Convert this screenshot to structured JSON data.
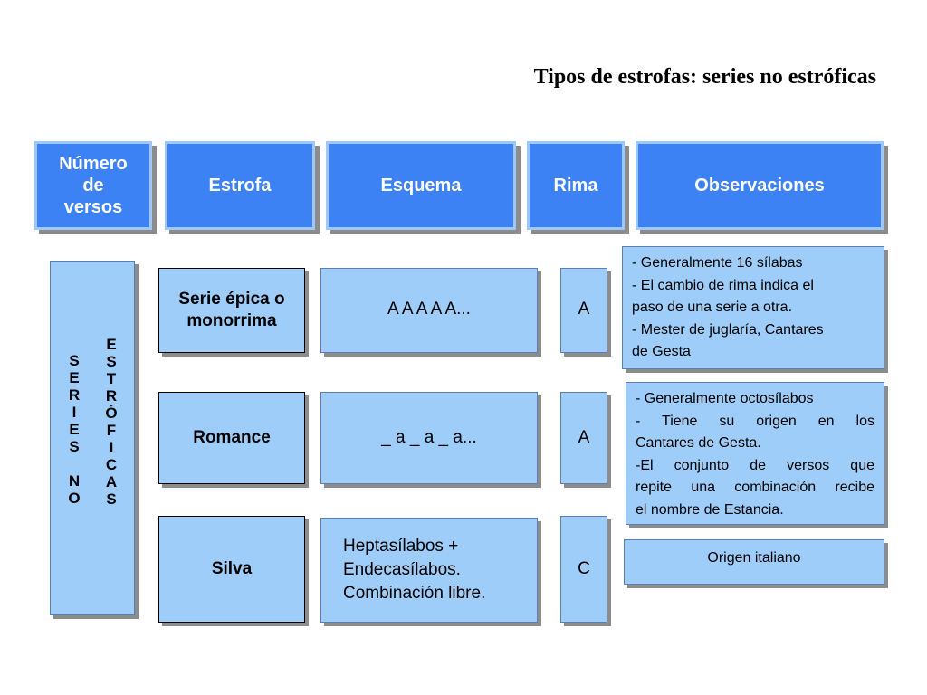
{
  "title": "Tipos de estrofas: series no estróficas",
  "headers": {
    "numero_line1": "Número",
    "numero_line2": "de",
    "numero_line3": "versos",
    "estrofa": "Estrofa",
    "esquema": "Esquema",
    "rima": "Rima",
    "observaciones": "Observaciones"
  },
  "side_label": {
    "col1": [
      "S",
      "E",
      "R",
      "I",
      "E",
      "S",
      "",
      "N",
      "O"
    ],
    "col2": [
      "E",
      "S",
      "T",
      "R",
      "Ó",
      "F",
      "I",
      "C",
      "A",
      "S"
    ]
  },
  "rows": [
    {
      "estrofa_line1": "Serie épica o",
      "estrofa_line2": "monorrima",
      "esquema": "A A A A A...",
      "rima": "A",
      "obs": [
        "- Generalmente 16 sílabas",
        "- El cambio de rima indica el",
        "paso de una serie a otra.",
        "- Mester de juglaría, Cantares",
        "de Gesta"
      ]
    },
    {
      "estrofa": "Romance",
      "esquema": "_ a _ a _ a...",
      "rima": "A",
      "obs": [
        "- Generalmente octosílabos",
        "- Tiene su origen en los",
        "Cantares de Gesta.",
        "-El conjunto de versos que",
        "repite una combinación recibe",
        "el nombre de Estancia."
      ]
    },
    {
      "estrofa": "Silva",
      "esquema_line1": "Heptasílabos +",
      "esquema_line2": "Endecasílabos.",
      "esquema_line3": "Combinación libre.",
      "rima": "C",
      "obs": [
        "Origen italiano"
      ]
    }
  ]
}
